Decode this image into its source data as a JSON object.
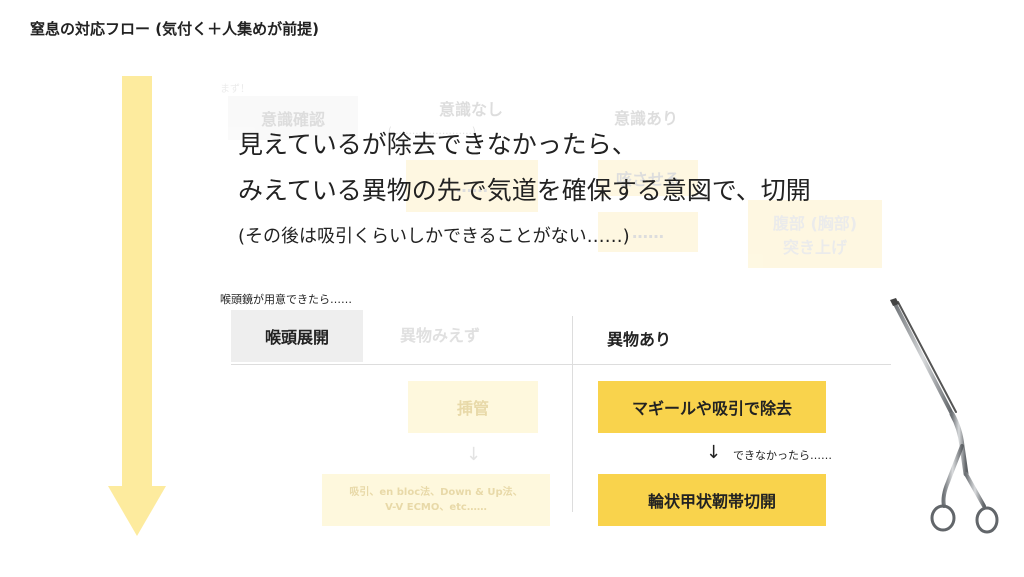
{
  "title": "窒息の対応フロー (気付く＋人集めが前提)",
  "ghost": {
    "mazu": "まず！",
    "ishiki_kakunin": "意識確認",
    "ishiki_nashi": "意識なし",
    "ishiki_nashi_sub": "(……………………)",
    "ishiki_ari": "意識あり",
    "middle_box": "……",
    "seki_box": "咳させる",
    "seki_box2": "……",
    "fukubu": "腹部 (胸部)\n突き上げ"
  },
  "overlay": {
    "line1": "見えているが除去できなかったら、",
    "line2": "みえている異物の先で気道を確保する意図で、切開",
    "line3": "(その後は吸引くらいしかできることがない……)"
  },
  "table": {
    "lead": "喉頭鏡が用意できたら……",
    "header_left": "喉頭展開",
    "header_ghost": "異物みえず",
    "header_right": "異物あり",
    "ghost_box": "挿管",
    "ghost_arrow": "↓",
    "ghost_bottom": "吸引、en bloc法、Down & Up法、\nV-V ECMO、etc……",
    "box_magill": "マギールや吸引で除去",
    "arrow": "↓",
    "dekinakatta": "できなかったら……",
    "box_cricothy": "輪状甲状靭帯切開"
  },
  "colors": {
    "arrow": "#fdeb9e",
    "yellow": "#f9d34c",
    "header_gray": "#eeeeee"
  },
  "icons": [
    "forceps-icon"
  ]
}
